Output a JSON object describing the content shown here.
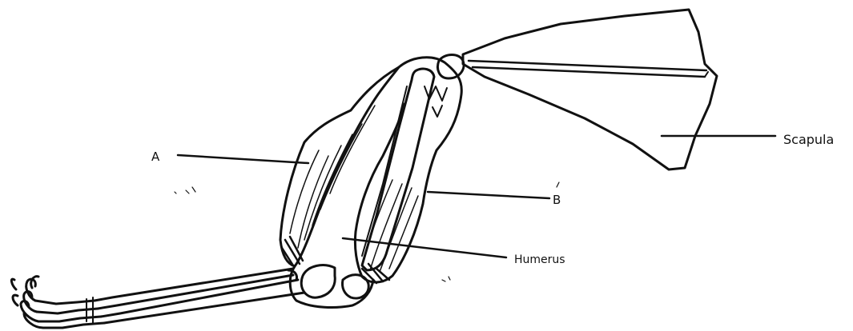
{
  "diagram": {
    "labels": {
      "a": "A",
      "b": "B",
      "humerus": "Humerus",
      "scapula": "Scapula"
    },
    "colors": {
      "ink": "#111111",
      "paper": "#ffffff"
    }
  }
}
